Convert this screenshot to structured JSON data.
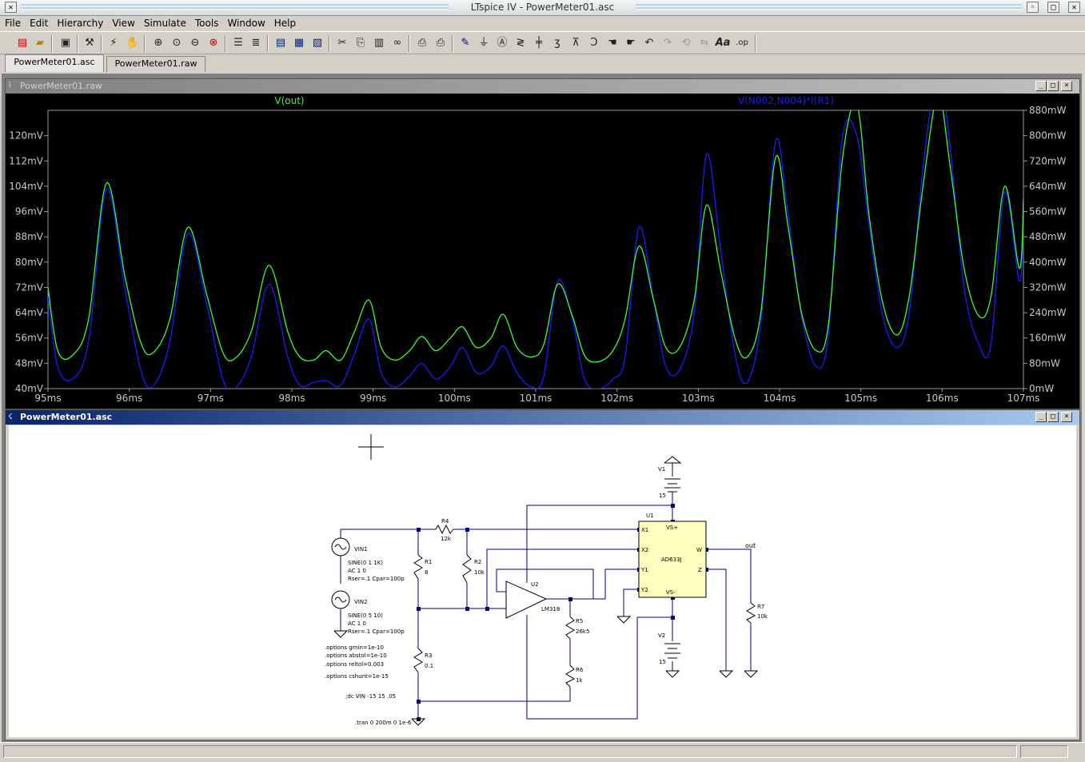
{
  "window": {
    "title": "LTspice IV - PowerMeter01.asc"
  },
  "menu": [
    "File",
    "Edit",
    "Hierarchy",
    "View",
    "Simulate",
    "Tools",
    "Window",
    "Help"
  ],
  "tabs": [
    {
      "label": "PowerMeter01.asc"
    },
    {
      "label": "PowerMeter01.raw"
    }
  ],
  "plot_window": {
    "title": "PowerMeter01.raw"
  },
  "schematic_window": {
    "title": "PowerMeter01.asc"
  },
  "colors": {
    "trace_vout": "#33ff33",
    "trace_power": "#1a1aff",
    "plot_bg": "#000000",
    "axis_text": "#c8c8c8"
  },
  "chart_data": {
    "type": "line",
    "x_tick_labels": [
      "95ms",
      "96ms",
      "97ms",
      "98ms",
      "99ms",
      "100ms",
      "101ms",
      "102ms",
      "103ms",
      "104ms",
      "105ms",
      "106ms",
      "107ms"
    ],
    "x_range_ms": [
      95,
      107
    ],
    "left_axis": {
      "ticks": [
        "40mV",
        "48mV",
        "56mV",
        "64mV",
        "72mV",
        "80mV",
        "88mV",
        "96mV",
        "104mV",
        "112mV",
        "120mV"
      ],
      "range": [
        40,
        128
      ],
      "unit": "mV"
    },
    "right_axis": {
      "ticks": [
        "0mW",
        "80mW",
        "160mW",
        "240mW",
        "320mW",
        "400mW",
        "480mW",
        "560mW",
        "640mW",
        "720mW",
        "800mW",
        "880mW"
      ],
      "range": [
        0,
        880
      ],
      "unit": "mW"
    },
    "series": [
      {
        "name": "V(out)",
        "axis": "left",
        "color": "#33ff33",
        "x": [
          95,
          95.12,
          95.3,
          95.5,
          95.72,
          95.95,
          96.15,
          96.3,
          96.5,
          96.72,
          96.95,
          97.15,
          97.3,
          97.5,
          97.72,
          97.95,
          98.1,
          98.27,
          98.42,
          98.6,
          98.77,
          98.95,
          99.1,
          99.27,
          99.45,
          99.6,
          99.77,
          99.95,
          100.1,
          100.27,
          100.45,
          100.6,
          100.77,
          100.95,
          101.1,
          101.27,
          101.45,
          101.6,
          101.77,
          101.95,
          102.1,
          102.27,
          102.45,
          102.6,
          102.77,
          102.95,
          103.1,
          103.27,
          103.45,
          103.6,
          103.77,
          103.95,
          104.1,
          104.27,
          104.45,
          104.6,
          104.77,
          104.95,
          105.1,
          105.27,
          105.45,
          105.6,
          105.77,
          105.95,
          106.1,
          106.27,
          106.45,
          106.6,
          106.77,
          106.95,
          107
        ],
        "y": [
          72,
          52,
          50.5,
          62,
          105,
          75,
          54,
          51.5,
          62,
          91,
          70,
          51.5,
          49.5,
          58,
          79,
          58,
          50,
          49,
          52,
          49,
          58,
          68,
          53,
          49,
          52,
          56.5,
          52,
          56,
          59.5,
          53,
          56,
          63.5,
          53,
          50,
          54,
          73,
          63,
          50.5,
          48.5,
          52,
          62,
          85,
          68,
          53,
          53,
          68,
          98,
          78,
          56,
          50,
          64,
          113,
          92,
          64,
          52,
          60,
          112,
          130,
          95,
          67,
          57,
          70,
          105,
          133,
          110,
          78,
          63,
          69,
          104,
          78,
          100
        ]
      },
      {
        "name": "V(N002,N004)*I(R1)",
        "axis": "right",
        "color": "#1a1aff",
        "x": [
          95,
          95.12,
          95.3,
          95.5,
          95.72,
          95.95,
          96.15,
          96.3,
          96.5,
          96.72,
          96.95,
          97.15,
          97.3,
          97.5,
          97.72,
          97.95,
          98.1,
          98.27,
          98.42,
          98.6,
          98.77,
          98.95,
          99.1,
          99.27,
          99.45,
          99.6,
          99.77,
          99.95,
          100.1,
          100.27,
          100.45,
          100.6,
          100.77,
          100.95,
          101.1,
          101.27,
          101.45,
          101.6,
          101.77,
          101.95,
          102.1,
          102.27,
          102.45,
          102.6,
          102.77,
          102.95,
          103.1,
          103.27,
          103.45,
          103.6,
          103.77,
          103.95,
          104.1,
          104.27,
          104.45,
          104.6,
          104.77,
          104.95,
          105.1,
          105.27,
          105.45,
          105.6,
          105.77,
          105.95,
          106.1,
          106.27,
          106.45,
          106.6,
          106.77,
          106.95,
          107
        ],
        "y": [
          290,
          70,
          30,
          150,
          630,
          310,
          50,
          10,
          150,
          490,
          270,
          30,
          0,
          100,
          330,
          100,
          10,
          20,
          25,
          10,
          110,
          220,
          50,
          5,
          40,
          80,
          30,
          70,
          130,
          50,
          70,
          135,
          50,
          5,
          40,
          340,
          220,
          30,
          0,
          30,
          100,
          510,
          280,
          70,
          60,
          240,
          740,
          450,
          110,
          20,
          210,
          780,
          560,
          230,
          70,
          170,
          790,
          800,
          520,
          230,
          130,
          250,
          710,
          1000,
          760,
          320,
          140,
          140,
          620,
          340,
          560
        ]
      }
    ]
  },
  "schematic": {
    "labels": {
      "v1": "V1",
      "v1_val": "15",
      "v2": "V2",
      "v2_val": "15",
      "u1": "U1",
      "u1_part": "AD633J",
      "pin_x1": "X1",
      "pin_x2": "X2",
      "pin_y1": "Y1",
      "pin_y2": "Y2",
      "pin_vsp": "VS+",
      "pin_vsm": "VS-",
      "pin_w": "W",
      "pin_z": "Z",
      "out": "out",
      "r7": "R7",
      "r7_val": "10k",
      "r4": "R4",
      "r4_val": "12k",
      "r1": "R1",
      "r1_val": "8",
      "r2": "R2",
      "r2_val": "10k",
      "u2": "U2",
      "u2_part": "LM318",
      "r5": "R5",
      "r5_val": "26k5",
      "r6": "R6",
      "r6_val": "1k",
      "r3": "R3",
      "r3_val": "0.1",
      "vin1": "VIN1",
      "vin1_l1": "SINE(0 1 1K)",
      "vin1_l2": "AC 1 0",
      "vin1_l3": "Rser=.1 Cpar=100p",
      "vin2": "VIN2",
      "vin2_l1": "SINE(0 5 10)",
      "vin2_l2": "AC 1 0",
      "vin2_l3": "Rser=.1 Cpar=100p",
      "opt1": ".options gmin=1e-10",
      "opt2": ".options abstol=1e-10",
      "opt3": ".options reltol=0.003",
      "opt4": ".options cshunt=1e-15",
      "dc": ";dc VIN -15 15 .05",
      "tran": ".tran 0 200m 0 1e-6"
    }
  }
}
